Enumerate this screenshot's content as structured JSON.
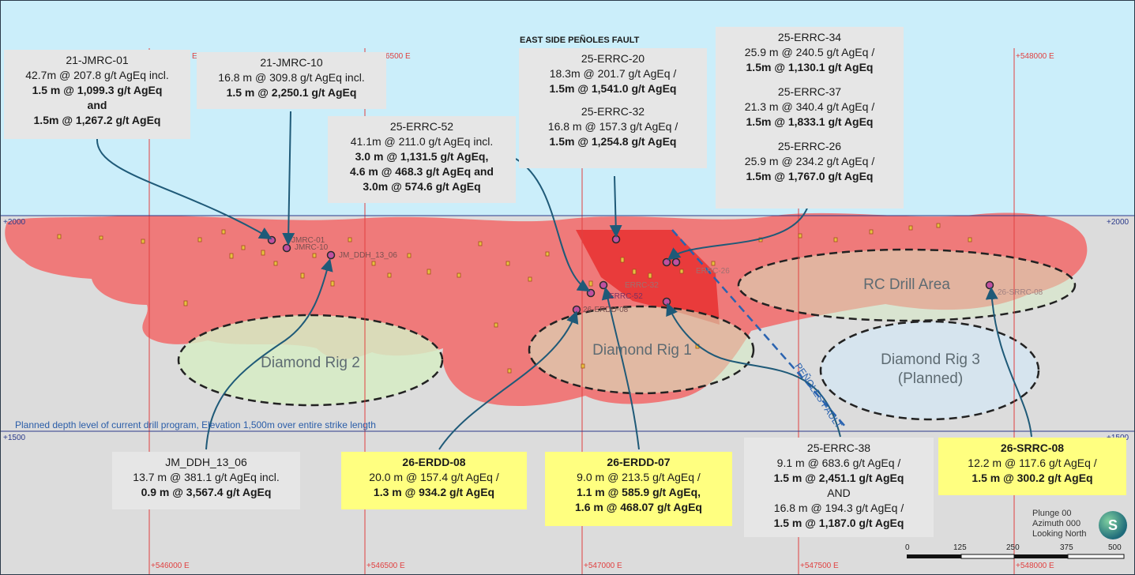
{
  "fault_title": "EAST SIDE PEÑOLES FAULT",
  "fault_label": "PEÑOLES FAULT",
  "planned_depth_note": "Planned depth level of current drill program, Elevation 1,500m over entire strike length",
  "elevations": {
    "top": "+2000",
    "top_right": "+2000",
    "bottom": "+1500",
    "bottom_right": "+1500"
  },
  "grid_labels": [
    "+546000 E",
    "+546500 E",
    "+547000 E",
    "+547500 E",
    "+548000 E"
  ],
  "grid_labels_top": [
    "E",
    "6500 E",
    "+548000 E"
  ],
  "zones": {
    "rig2": "Diamond Rig 2",
    "rig1": "Diamond Rig 1",
    "rig3": [
      "Diamond Rig 3",
      "(Planned)"
    ],
    "rc": "RC Drill Area"
  },
  "callouts": {
    "jmrc01": {
      "title": "21-JMRC-01",
      "lines": [
        "42.7m @ 207.8 g/t AgEq incl."
      ],
      "bold": [
        "1.5  m @ 1,099.3 g/t AgEq",
        "and",
        "1.5m @ 1,267.2 g/t AgEq"
      ]
    },
    "jmrc10": {
      "title": "21-JMRC-10",
      "lines": [
        "16.8 m @ 309.8 g/t AgEq incl."
      ],
      "bold": [
        "1.5  m @ 2,250.1 g/t AgEq"
      ]
    },
    "errc52": {
      "title": "25-ERRC-52",
      "lines": [
        "41.1m @ 211.0 g/t AgEq incl."
      ],
      "bold": [
        "3.0  m @ 1,131.5 g/t AgEq,",
        "4.6 m @ 468.3 g/t AgEq and",
        "3.0m @ 574.6 g/t AgEq"
      ]
    },
    "errc20": {
      "title": "25-ERRC-20",
      "lines": [
        "18.3m @ 201.7 g/t AgEq /"
      ],
      "bold": [
        "1.5m @ 1,541.0 g/t AgEq"
      ]
    },
    "errc32": {
      "title": "25-ERRC-32",
      "lines": [
        "16.8 m @ 157.3 g/t AgEq /"
      ],
      "bold": [
        "1.5m @ 1,254.8 g/t AgEq"
      ]
    },
    "errc34": {
      "title": "25-ERRC-34",
      "lines": [
        "25.9 m @ 240.5 g/t AgEq /"
      ],
      "bold": [
        "1.5m @ 1,130.1 g/t AgEq"
      ]
    },
    "errc37": {
      "title": "25-ERRC-37",
      "lines": [
        "21.3 m @ 340.4 g/t AgEq /"
      ],
      "bold": [
        "1.5m @ 1,833.1 g/t AgEq"
      ]
    },
    "errc26": {
      "title": "25-ERRC-26",
      "lines": [
        "25.9 m @ 234.2 g/t AgEq /"
      ],
      "bold": [
        "1.5m @ 1,767.0 g/t AgEq"
      ]
    },
    "jmddh": {
      "title": "JM_DDH_13_06",
      "lines": [
        "13.7 m @ 381.1 g/t AgEq incl."
      ],
      "bold": [
        "0.9  m @ 3,567.4 g/t AgEq"
      ]
    },
    "erdd08": {
      "title": "26-ERDD-08",
      "lines": [
        "20.0 m @ 157.4 g/t AgEq /"
      ],
      "bold": [
        "1.3  m @ 934.2 g/t AgEq"
      ]
    },
    "erdd07": {
      "title": "26-ERDD-07",
      "lines": [
        "9.0 m @ 213.5 g/t AgEq /"
      ],
      "bold": [
        "1.1  m @ 585.9 g/t AgEq,",
        "1.6 m @ 468.07 g/t AgEq"
      ]
    },
    "errc38": {
      "title": "25-ERRC-38",
      "lines": [
        "9.1 m @ 683.6 g/t AgEq /"
      ],
      "bold": [
        "1.5 m @ 2,451.1 g/t AgEq"
      ],
      "lines2": [
        "AND",
        "16.8 m @ 194.3 g/t AgEq /"
      ],
      "bold2": [
        "1.5 m @ 1,187.0 g/t AgEq"
      ]
    },
    "srrc08": {
      "title": "26-SRRC-08",
      "lines": [
        "12.2 m @ 117.6 g/t AgEq /"
      ],
      "bold": [
        "1.5  m @ 300.2 g/t AgEq"
      ]
    }
  },
  "hole_labels": [
    "JMRC-01",
    "JMRC-10",
    "JM_DDH_13_06",
    "ERRC-52",
    "26-ERDD-08",
    "ERRC-32",
    "ERRC-26",
    "26-SRRC-08"
  ],
  "view": {
    "plunge": "Plunge 00",
    "azimuth": "Azimuth 000",
    "looking": "Looking North"
  },
  "scale_ticks": [
    "0",
    "125",
    "250",
    "375",
    "500"
  ],
  "logo_letter": "S",
  "colors": {
    "sky": "#cbeefa",
    "ground": "#dcdcdc",
    "body": "#f26868",
    "zone_fill": "#d6ecc4",
    "rig3_fill": "#d6e4ee",
    "arrow": "#1f5a78",
    "grid": "#e04040",
    "fault": "#2a63b0"
  }
}
